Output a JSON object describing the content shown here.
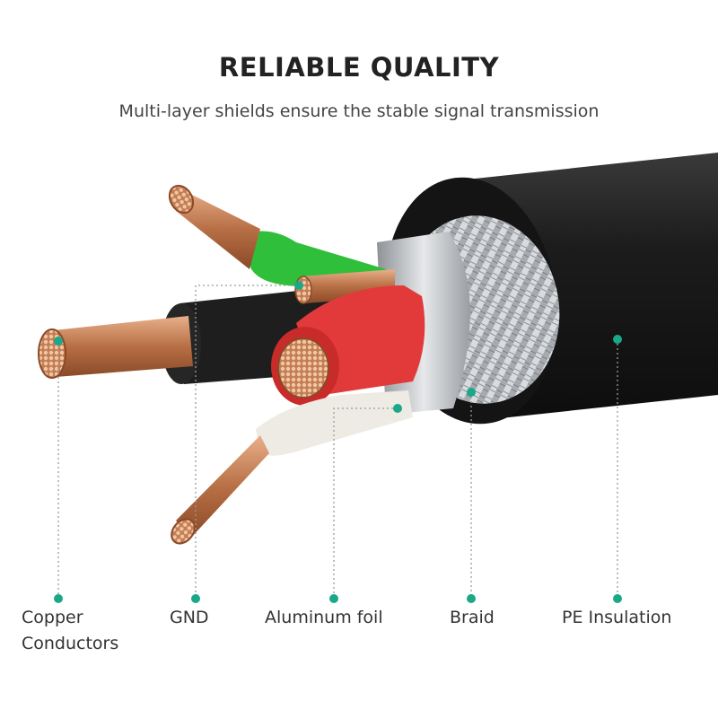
{
  "header": {
    "title": "RELIABLE QUALITY",
    "subtitle": "Multi-layer shields ensure the stable signal transmission"
  },
  "labels": {
    "copper_line1": "Copper",
    "copper_line2": "Conductors",
    "gnd": "GND",
    "foil": "Aluminum foil",
    "braid": "Braid",
    "pe": "PE Insulation"
  },
  "colors": {
    "accent": "#1aa88a",
    "jacket": "#1c1c1c",
    "copper": "#c8825a",
    "green_wire": "#2fbf3a",
    "red_wire": "#e23a3a",
    "white_wire": "#eeeae4",
    "foil": "#b8bcc0",
    "braid": "#d6d9dc"
  }
}
